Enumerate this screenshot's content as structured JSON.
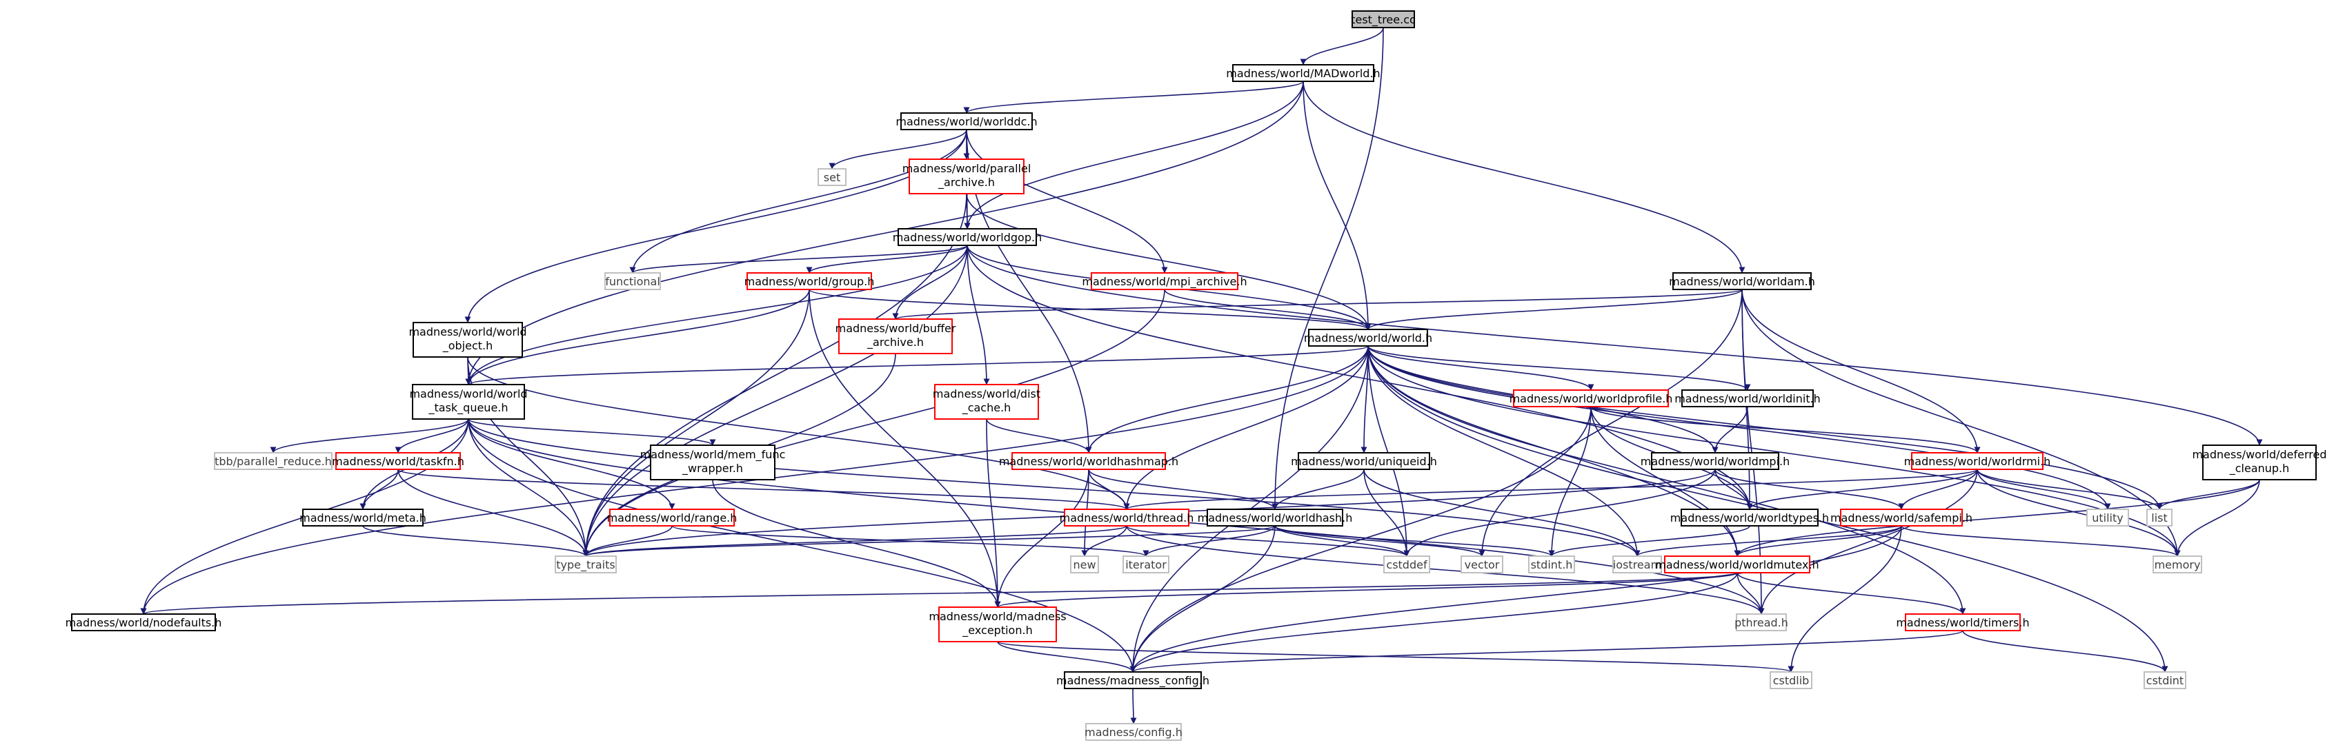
{
  "graph": {
    "colors": {
      "root_fill": "#bfbfbf",
      "root_border": "#000000",
      "doc_border": "#000000",
      "truncated_border": "#ff0000",
      "external_border": "#bfbfbf",
      "external_text": "#404040",
      "edge": "#191970"
    },
    "nodes": [
      {
        "id": "test_tree",
        "label": "test_tree.cc",
        "kind": "root"
      },
      {
        "id": "madworld",
        "label": "madness/world/MADworld.h",
        "kind": "doc"
      },
      {
        "id": "worlddc",
        "label": "madness/world/worlddc.h",
        "kind": "doc"
      },
      {
        "id": "set",
        "label": "set",
        "kind": "external"
      },
      {
        "id": "parallel_archive",
        "label": "madness/world/parallel\n_archive.h",
        "kind": "truncated"
      },
      {
        "id": "worldgop",
        "label": "madness/world/worldgop.h",
        "kind": "doc"
      },
      {
        "id": "world_object",
        "label": "madness/world/world\n_object.h",
        "kind": "doc"
      },
      {
        "id": "functional",
        "label": "functional",
        "kind": "external"
      },
      {
        "id": "group",
        "label": "madness/world/group.h",
        "kind": "truncated"
      },
      {
        "id": "mpi_archive",
        "label": "madness/world/mpi_archive.h",
        "kind": "truncated"
      },
      {
        "id": "worldam",
        "label": "madness/world/worldam.h",
        "kind": "doc"
      },
      {
        "id": "buffer_archive",
        "label": "madness/world/buffer\n_archive.h",
        "kind": "truncated"
      },
      {
        "id": "world",
        "label": "madness/world/world.h",
        "kind": "doc"
      },
      {
        "id": "world_task_queue",
        "label": "madness/world/world\n_task_queue.h",
        "kind": "doc"
      },
      {
        "id": "dist_cache",
        "label": "madness/world/dist\n_cache.h",
        "kind": "truncated"
      },
      {
        "id": "worldprofile",
        "label": "madness/world/worldprofile.h",
        "kind": "truncated"
      },
      {
        "id": "worldinit",
        "label": "madness/world/worldinit.h",
        "kind": "doc"
      },
      {
        "id": "tbb_parallel_reduce",
        "label": "tbb/parallel_reduce.h",
        "kind": "external"
      },
      {
        "id": "taskfn",
        "label": "madness/world/taskfn.h",
        "kind": "truncated"
      },
      {
        "id": "mem_func_wrapper",
        "label": "madness/world/mem_func\n_wrapper.h",
        "kind": "doc"
      },
      {
        "id": "worldhashmap",
        "label": "madness/world/worldhashmap.h",
        "kind": "truncated"
      },
      {
        "id": "uniqueid",
        "label": "madness/world/uniqueid.h",
        "kind": "doc"
      },
      {
        "id": "worldmpi",
        "label": "madness/world/worldmpi.h",
        "kind": "doc"
      },
      {
        "id": "worldrmi",
        "label": "madness/world/worldrmi.h",
        "kind": "truncated"
      },
      {
        "id": "deferred_cleanup",
        "label": "madness/world/deferred\n_cleanup.h",
        "kind": "doc"
      },
      {
        "id": "meta",
        "label": "madness/world/meta.h",
        "kind": "doc"
      },
      {
        "id": "range",
        "label": "madness/world/range.h",
        "kind": "truncated"
      },
      {
        "id": "thread",
        "label": "madness/world/thread.h",
        "kind": "truncated"
      },
      {
        "id": "worldhash",
        "label": "madness/world/worldhash.h",
        "kind": "doc"
      },
      {
        "id": "worldtypes",
        "label": "madness/world/worldtypes.h",
        "kind": "doc"
      },
      {
        "id": "safempi",
        "label": "madness/world/safempi.h",
        "kind": "truncated"
      },
      {
        "id": "utility",
        "label": "utility",
        "kind": "external"
      },
      {
        "id": "list",
        "label": "list",
        "kind": "external"
      },
      {
        "id": "type_traits",
        "label": "type_traits",
        "kind": "external"
      },
      {
        "id": "new",
        "label": "new",
        "kind": "external"
      },
      {
        "id": "iterator",
        "label": "iterator",
        "kind": "external"
      },
      {
        "id": "cstddef",
        "label": "cstddef",
        "kind": "external"
      },
      {
        "id": "vector",
        "label": "vector",
        "kind": "external"
      },
      {
        "id": "stdint_h",
        "label": "stdint.h",
        "kind": "external"
      },
      {
        "id": "iostream",
        "label": "iostream",
        "kind": "external"
      },
      {
        "id": "worldmutex",
        "label": "madness/world/worldmutex.h",
        "kind": "truncated"
      },
      {
        "id": "memory",
        "label": "memory",
        "kind": "external"
      },
      {
        "id": "nodefaults",
        "label": "madness/world/nodefaults.h",
        "kind": "doc"
      },
      {
        "id": "madness_exception",
        "label": "madness/world/madness\n_exception.h",
        "kind": "truncated"
      },
      {
        "id": "pthread",
        "label": "pthread.h",
        "kind": "external"
      },
      {
        "id": "timers",
        "label": "madness/world/timers.h",
        "kind": "truncated"
      },
      {
        "id": "madness_config",
        "label": "madness/madness_config.h",
        "kind": "doc"
      },
      {
        "id": "cstdlib",
        "label": "cstdlib",
        "kind": "external"
      },
      {
        "id": "cstdint",
        "label": "cstdint",
        "kind": "external"
      },
      {
        "id": "config",
        "label": "madness/config.h",
        "kind": "external"
      }
    ],
    "edges": [
      [
        "test_tree",
        "madworld"
      ],
      [
        "test_tree",
        "worldhash"
      ],
      [
        "madworld",
        "worlddc"
      ],
      [
        "madworld",
        "worldgop"
      ],
      [
        "madworld",
        "world"
      ],
      [
        "madworld",
        "worldam"
      ],
      [
        "madworld",
        "world_task_queue"
      ],
      [
        "worlddc",
        "set"
      ],
      [
        "worlddc",
        "parallel_archive"
      ],
      [
        "worlddc",
        "worldgop"
      ],
      [
        "worlddc",
        "world_object"
      ],
      [
        "worlddc",
        "functional"
      ],
      [
        "worlddc",
        "mpi_archive"
      ],
      [
        "worlddc",
        "worldhashmap"
      ],
      [
        "parallel_archive",
        "worldgop"
      ],
      [
        "parallel_archive",
        "world"
      ],
      [
        "parallel_archive",
        "type_traits"
      ],
      [
        "worldgop",
        "functional"
      ],
      [
        "worldgop",
        "group"
      ],
      [
        "worldgop",
        "buffer_archive"
      ],
      [
        "worldgop",
        "world"
      ],
      [
        "worldgop",
        "dist_cache"
      ],
      [
        "worldgop",
        "world_task_queue"
      ],
      [
        "worldgop",
        "type_traits"
      ],
      [
        "worldgop",
        "deferred_cleanup"
      ],
      [
        "worldgop",
        "worldtypes"
      ],
      [
        "world_object",
        "world_task_queue"
      ],
      [
        "world_object",
        "thread"
      ],
      [
        "world_object",
        "type_traits"
      ],
      [
        "group",
        "world"
      ],
      [
        "group",
        "world_task_queue"
      ],
      [
        "group",
        "madness_exception"
      ],
      [
        "group",
        "type_traits"
      ],
      [
        "mpi_archive",
        "world"
      ],
      [
        "mpi_archive",
        "type_traits"
      ],
      [
        "worldam",
        "buffer_archive"
      ],
      [
        "worldam",
        "world"
      ],
      [
        "worldam",
        "worldrmi"
      ],
      [
        "worldam",
        "vector"
      ],
      [
        "worldam",
        "worldtypes"
      ],
      [
        "worldam",
        "memory"
      ],
      [
        "worldam",
        "pthread"
      ],
      [
        "buffer_archive",
        "type_traits"
      ],
      [
        "world",
        "world_task_queue"
      ],
      [
        "world",
        "worldprofile"
      ],
      [
        "world",
        "worldinit"
      ],
      [
        "world",
        "worldhashmap"
      ],
      [
        "world",
        "uniqueid"
      ],
      [
        "world",
        "worldmpi"
      ],
      [
        "world",
        "thread"
      ],
      [
        "world",
        "cstddef"
      ],
      [
        "world",
        "nodefaults"
      ],
      [
        "world",
        "madness_config"
      ],
      [
        "world",
        "list"
      ],
      [
        "world",
        "utility"
      ],
      [
        "world",
        "iostream"
      ],
      [
        "world",
        "memory"
      ],
      [
        "world",
        "cstdint"
      ],
      [
        "world",
        "worldmutex"
      ],
      [
        "world",
        "timers"
      ],
      [
        "world_task_queue",
        "tbb_parallel_reduce"
      ],
      [
        "world_task_queue",
        "taskfn"
      ],
      [
        "world_task_queue",
        "mem_func_wrapper"
      ],
      [
        "world_task_queue",
        "meta"
      ],
      [
        "world_task_queue",
        "range"
      ],
      [
        "world_task_queue",
        "type_traits"
      ],
      [
        "world_task_queue",
        "nodefaults"
      ],
      [
        "world_task_queue",
        "madness_config"
      ],
      [
        "world_task_queue",
        "iostream"
      ],
      [
        "world_task_queue",
        "pthread"
      ],
      [
        "dist_cache",
        "worldhashmap"
      ],
      [
        "dist_cache",
        "madness_exception"
      ],
      [
        "worldprofile",
        "worldrmi"
      ],
      [
        "worldprofile",
        "worldtypes"
      ],
      [
        "worldprofile",
        "worldmutex"
      ],
      [
        "worldprofile",
        "stdint_h"
      ],
      [
        "worldprofile",
        "madness_config"
      ],
      [
        "worldinit",
        "worldmpi"
      ],
      [
        "taskfn",
        "meta"
      ],
      [
        "taskfn",
        "type_traits"
      ],
      [
        "taskfn",
        "thread"
      ],
      [
        "mem_func_wrapper",
        "madness_exception"
      ],
      [
        "worldhashmap",
        "worldhash"
      ],
      [
        "worldhashmap",
        "thread"
      ],
      [
        "worldhashmap",
        "madness_exception"
      ],
      [
        "worldhashmap",
        "new"
      ],
      [
        "uniqueid",
        "worldhash"
      ],
      [
        "uniqueid",
        "cstddef"
      ],
      [
        "uniqueid",
        "iostream"
      ],
      [
        "worldmpi",
        "safempi"
      ],
      [
        "worldmpi",
        "worldtypes"
      ],
      [
        "worldmpi",
        "type_traits"
      ],
      [
        "worldmpi",
        "cstddef"
      ],
      [
        "worldrmi",
        "thread"
      ],
      [
        "worldrmi",
        "safempi"
      ],
      [
        "worldrmi",
        "worldtypes"
      ],
      [
        "worldrmi",
        "utility"
      ],
      [
        "worldrmi",
        "list"
      ],
      [
        "worldrmi",
        "memory"
      ],
      [
        "worldrmi",
        "pthread"
      ],
      [
        "deferred_cleanup",
        "list"
      ],
      [
        "deferred_cleanup",
        "memory"
      ],
      [
        "deferred_cleanup",
        "worldmutex"
      ],
      [
        "meta",
        "type_traits"
      ],
      [
        "range",
        "iterator"
      ],
      [
        "range",
        "type_traits"
      ],
      [
        "thread",
        "type_traits"
      ],
      [
        "thread",
        "new"
      ],
      [
        "thread",
        "cstddef"
      ],
      [
        "thread",
        "pthread"
      ],
      [
        "worldhash",
        "type_traits"
      ],
      [
        "worldhash",
        "iterator"
      ],
      [
        "worldhash",
        "cstddef"
      ],
      [
        "worldhash",
        "vector"
      ],
      [
        "worldhash",
        "stdint_h"
      ],
      [
        "worldhash",
        "madness_config"
      ],
      [
        "worldtypes",
        "stdint_h"
      ],
      [
        "safempi",
        "iostream"
      ],
      [
        "safempi",
        "worldmutex"
      ],
      [
        "safempi",
        "madness_config"
      ],
      [
        "safempi",
        "memory"
      ],
      [
        "safempi",
        "cstdlib"
      ],
      [
        "worldmutex",
        "nodefaults"
      ],
      [
        "worldmutex",
        "madness_exception"
      ],
      [
        "worldmutex",
        "pthread"
      ],
      [
        "worldmutex",
        "timers"
      ],
      [
        "worldmutex",
        "madness_config"
      ],
      [
        "madness_exception",
        "madness_config"
      ],
      [
        "madness_exception",
        "cstdlib"
      ],
      [
        "timers",
        "madness_config"
      ],
      [
        "timers",
        "cstdint"
      ],
      [
        "madness_config",
        "config"
      ]
    ]
  }
}
